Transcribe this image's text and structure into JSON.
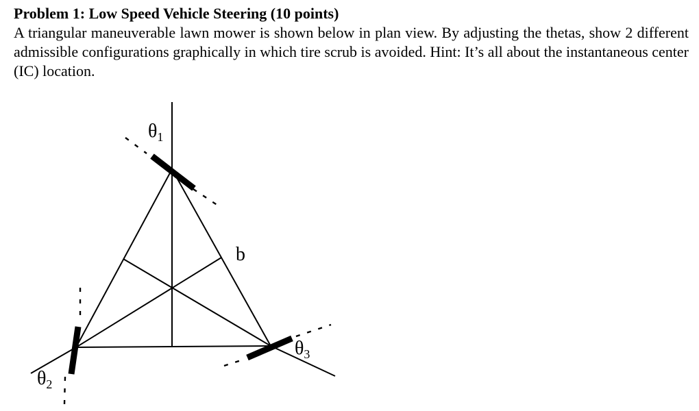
{
  "problem": {
    "title": "Problem 1: Low Speed Vehicle Steering (10 points)",
    "body": "A triangular maneuverable lawn mower is shown below in plan view. By adjusting the thetas, show 2 different admissible configurations graphically in which tire scrub is avoided. Hint: It’s all about the instantaneous center (IC) location."
  },
  "figure": {
    "theta_symbol": "θ",
    "theta1_sub": "1",
    "theta2_sub": "2",
    "theta3_sub": "3",
    "side_label": "b"
  }
}
